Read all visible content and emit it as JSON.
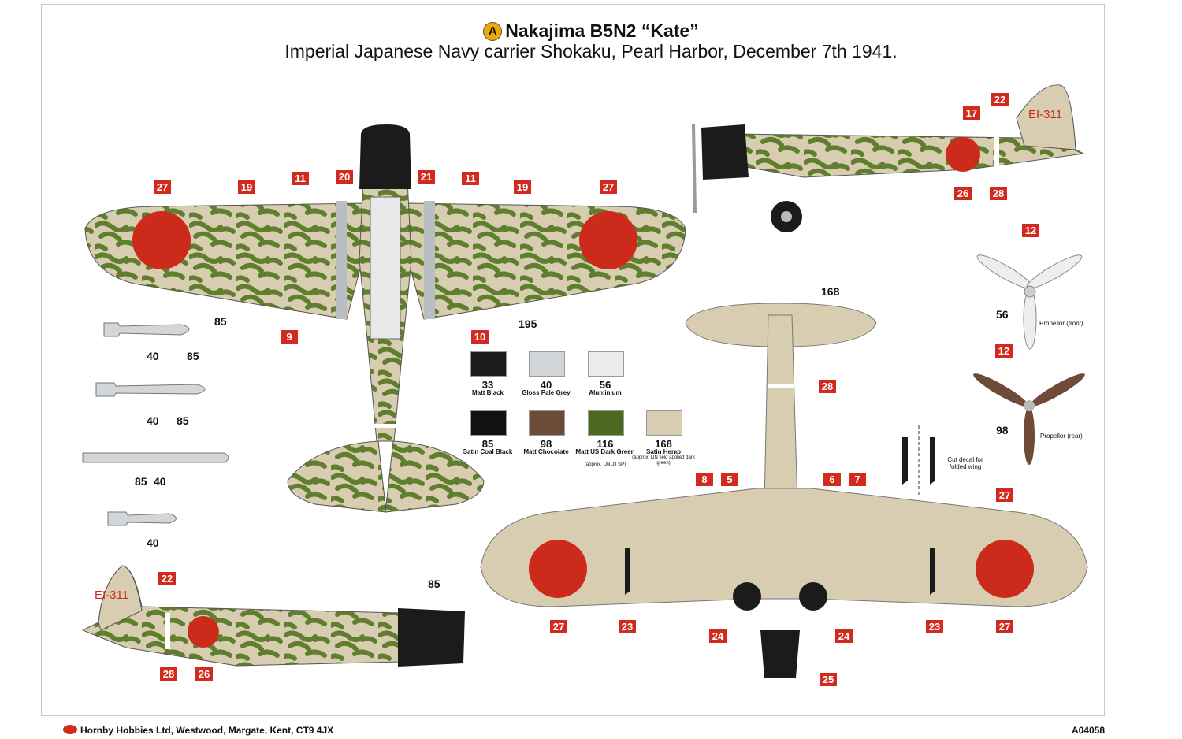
{
  "header": {
    "badge": "A",
    "title": "Nakajima B5N2 “Kate”",
    "subtitle": "Imperial Japanese Navy carrier Shokaku, Pearl Harbor, December 7th 1941."
  },
  "callouts": {
    "c27a": "27",
    "c19a": "19",
    "c11a": "11",
    "c20": "20",
    "c21": "21",
    "c11b": "11",
    "c19b": "19",
    "c27b": "27",
    "c9": "9",
    "c10": "10",
    "c17": "17",
    "c22a": "22",
    "c26a": "26",
    "c28a": "28",
    "c12a": "12",
    "c12b": "12",
    "c28b": "28",
    "c8": "8",
    "c5": "5",
    "c6": "6",
    "c7": "7",
    "c27c": "27",
    "c27d": "27",
    "c23a": "23",
    "c24a": "24",
    "c24b": "24",
    "c23b": "23",
    "c27e": "27",
    "c25": "25",
    "c22b": "22",
    "c28c": "28",
    "c26b": "26"
  },
  "numbers": {
    "n85a": "85",
    "n40a": "40",
    "n85b": "85",
    "n40b": "40",
    "n85c": "85",
    "n85d": "85",
    "n40c": "40",
    "n40d": "40",
    "n195": "195",
    "n168": "168",
    "n56": "56",
    "n98": "98",
    "n85e": "85"
  },
  "labels": {
    "prop_front": "Propellor (front)",
    "prop_rear": "Propellor (rear)",
    "cut_decal": "Cut decal for folded wing",
    "tail_code": "EI-311"
  },
  "paints": [
    {
      "num": "33",
      "name": "Matt Black",
      "color": "#1b1b1b"
    },
    {
      "num": "40",
      "name": "Gloss Pale Grey",
      "color": "#d3d6d8"
    },
    {
      "num": "56",
      "name": "Aluminium",
      "color": "#ececec"
    },
    {
      "num": "85",
      "name": "Satin Coal Black",
      "color": "#111111"
    },
    {
      "num": "98",
      "name": "Matt Chocolate",
      "color": "#6e4a38"
    },
    {
      "num": "116",
      "name": "Matt US Dark Green",
      "note": "(approx. IJN J3 SP)",
      "color": "#4c6a1f"
    },
    {
      "num": "168",
      "name": "Satin Hemp",
      "note": "(approx. IJN field applied dark green)",
      "color": "#d8cdb0"
    }
  ],
  "footer": {
    "company": "Hornby Hobbies Ltd, Westwood, Margate, Kent, CT9 4JX",
    "code": "A04058"
  },
  "colors": {
    "hinomaru": "#cc2a1a",
    "hemp": "#d8cdb0",
    "green": "#5f7f2e",
    "callout": "#d32a1f"
  }
}
